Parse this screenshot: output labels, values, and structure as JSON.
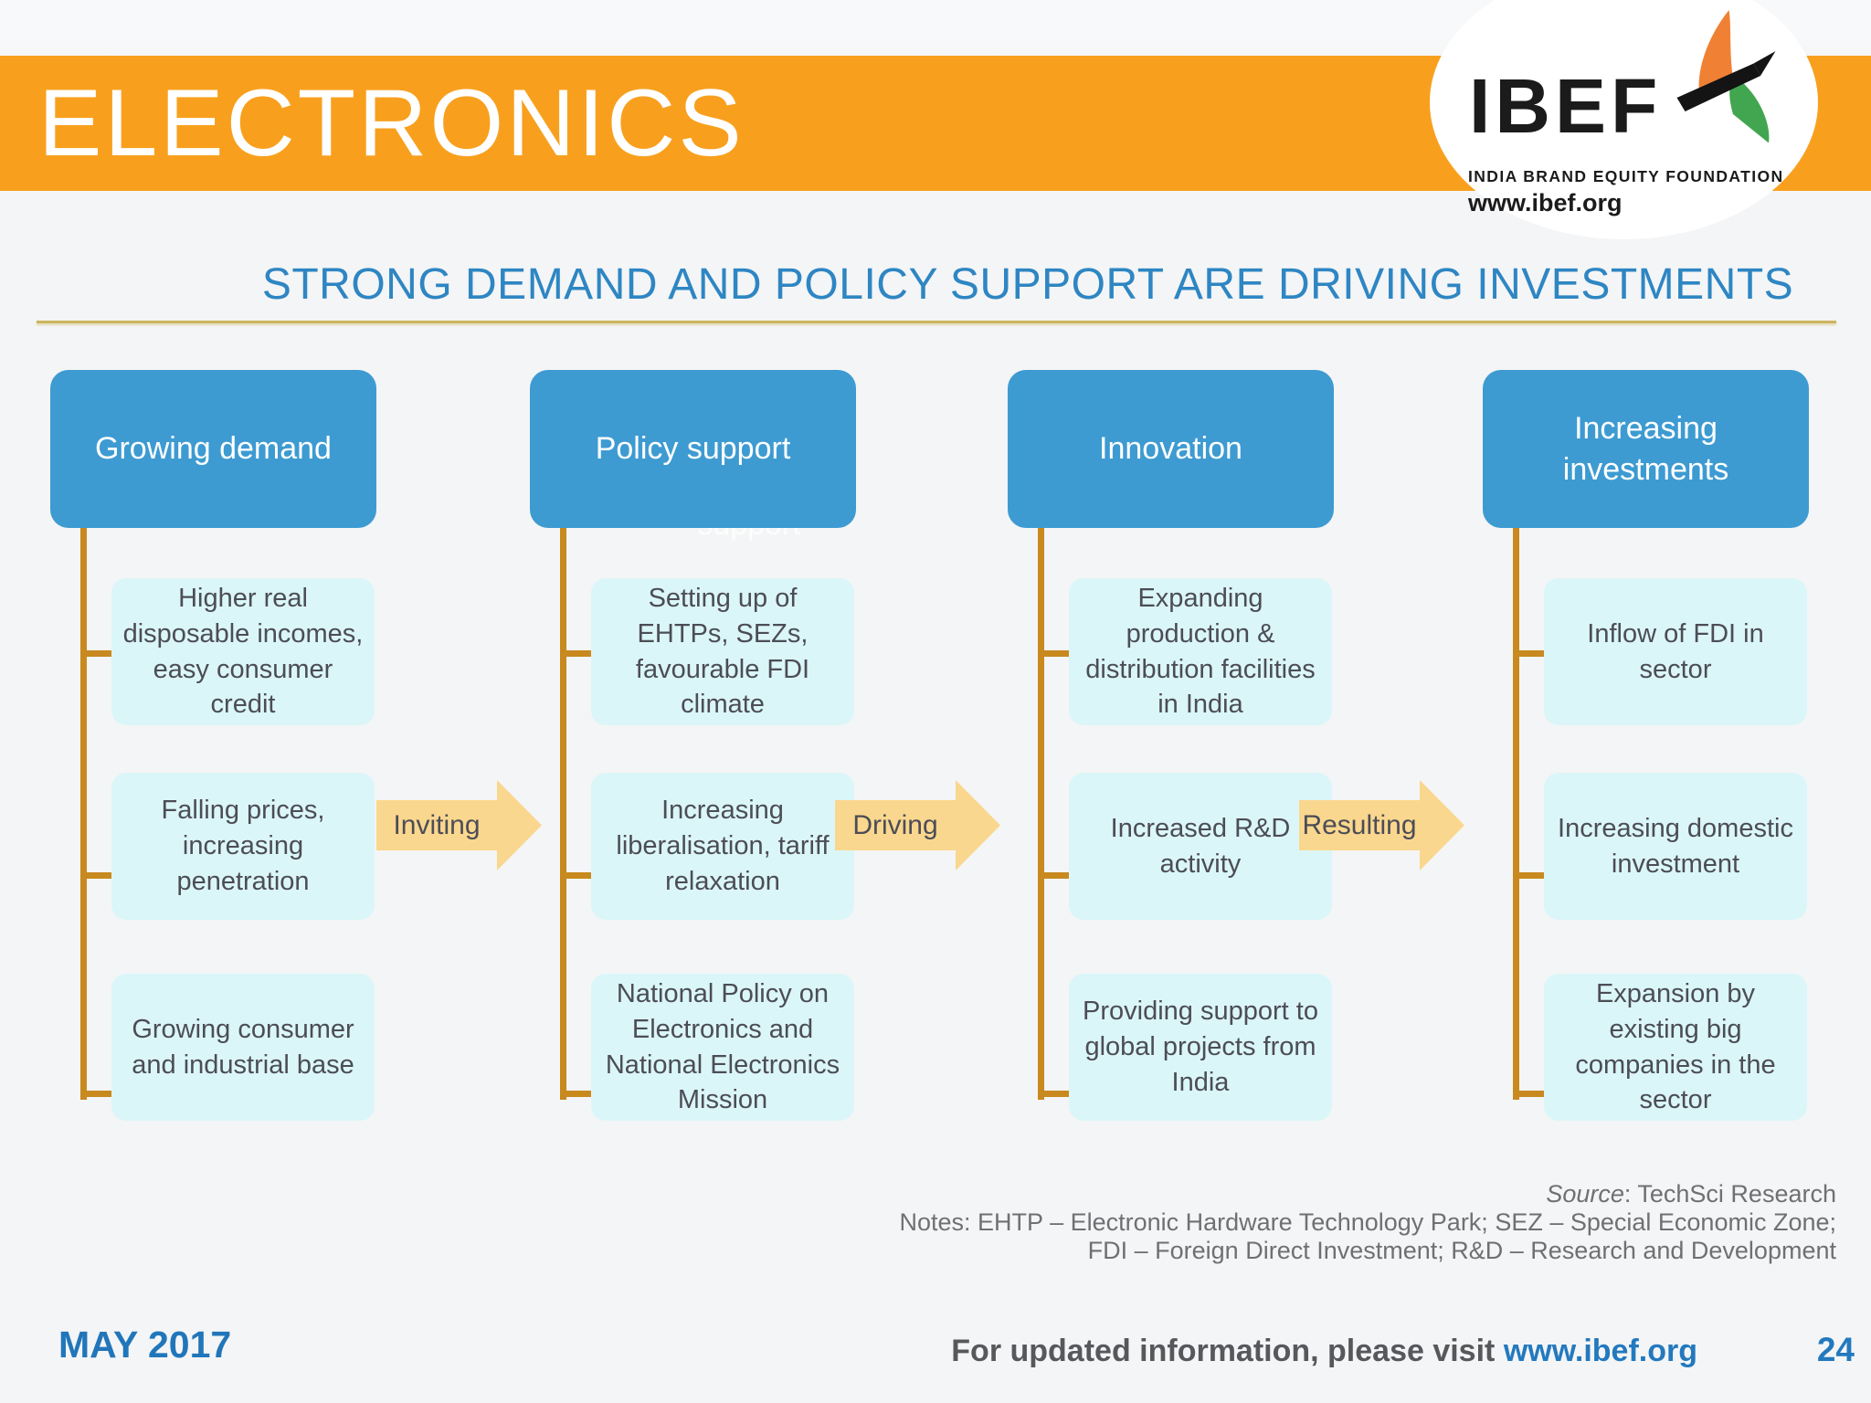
{
  "banner": {
    "title": "ELECTRONICS"
  },
  "logo": {
    "wordmark": "IBEF",
    "tagline": "INDIA BRAND EQUITY FOUNDATION",
    "website": "www.ibef.org"
  },
  "heading": "STRONG DEMAND AND POLICY SUPPORT ARE DRIVING INVESTMENTS",
  "ghost_text": "support",
  "flow": {
    "columns": [
      {
        "header": "Growing demand",
        "items": [
          "Higher real disposable incomes, easy consumer credit",
          "Falling prices, increasing penetration",
          "Growing consumer and industrial base"
        ]
      },
      {
        "header": "Policy support",
        "items": [
          "Setting up of EHTPs, SEZs, favourable FDI climate",
          "Increasing liberalisation, tariff relaxation",
          "National Policy on Electronics and National Electronics Mission"
        ]
      },
      {
        "header": "Innovation",
        "items": [
          "Expanding production & distribution facilities in India",
          "Increased R&D activity",
          "Providing support to global projects from India"
        ]
      },
      {
        "header": "Increasing investments",
        "items": [
          "Inflow of FDI in sector",
          "Increasing domestic investment",
          "Expansion by existing big companies in the sector"
        ]
      }
    ],
    "arrows": [
      {
        "label": "Inviting"
      },
      {
        "label": "Driving"
      },
      {
        "label": "Resulting"
      }
    ]
  },
  "notes": {
    "source_label": "Source",
    "source_rest": ": TechSci Research",
    "line2": "Notes: EHTP – Electronic Hardware Technology Park; SEZ – Special Economic Zone;",
    "line3": "FDI – Foreign Direct Investment; R&D – Research and Development"
  },
  "footer": {
    "date": "MAY 2017",
    "info": "For updated information, please visit ",
    "link": "www.ibef.org",
    "page": "24"
  },
  "colors": {
    "banner_orange": "#f8a01e",
    "header_blue": "#3d9bd2",
    "item_cyan": "#dbf6f8",
    "connector_gold": "#c8891f",
    "arrow_fill": "#fad78e",
    "heading_blue": "#2e86c3",
    "footer_blue": "#2379be"
  }
}
